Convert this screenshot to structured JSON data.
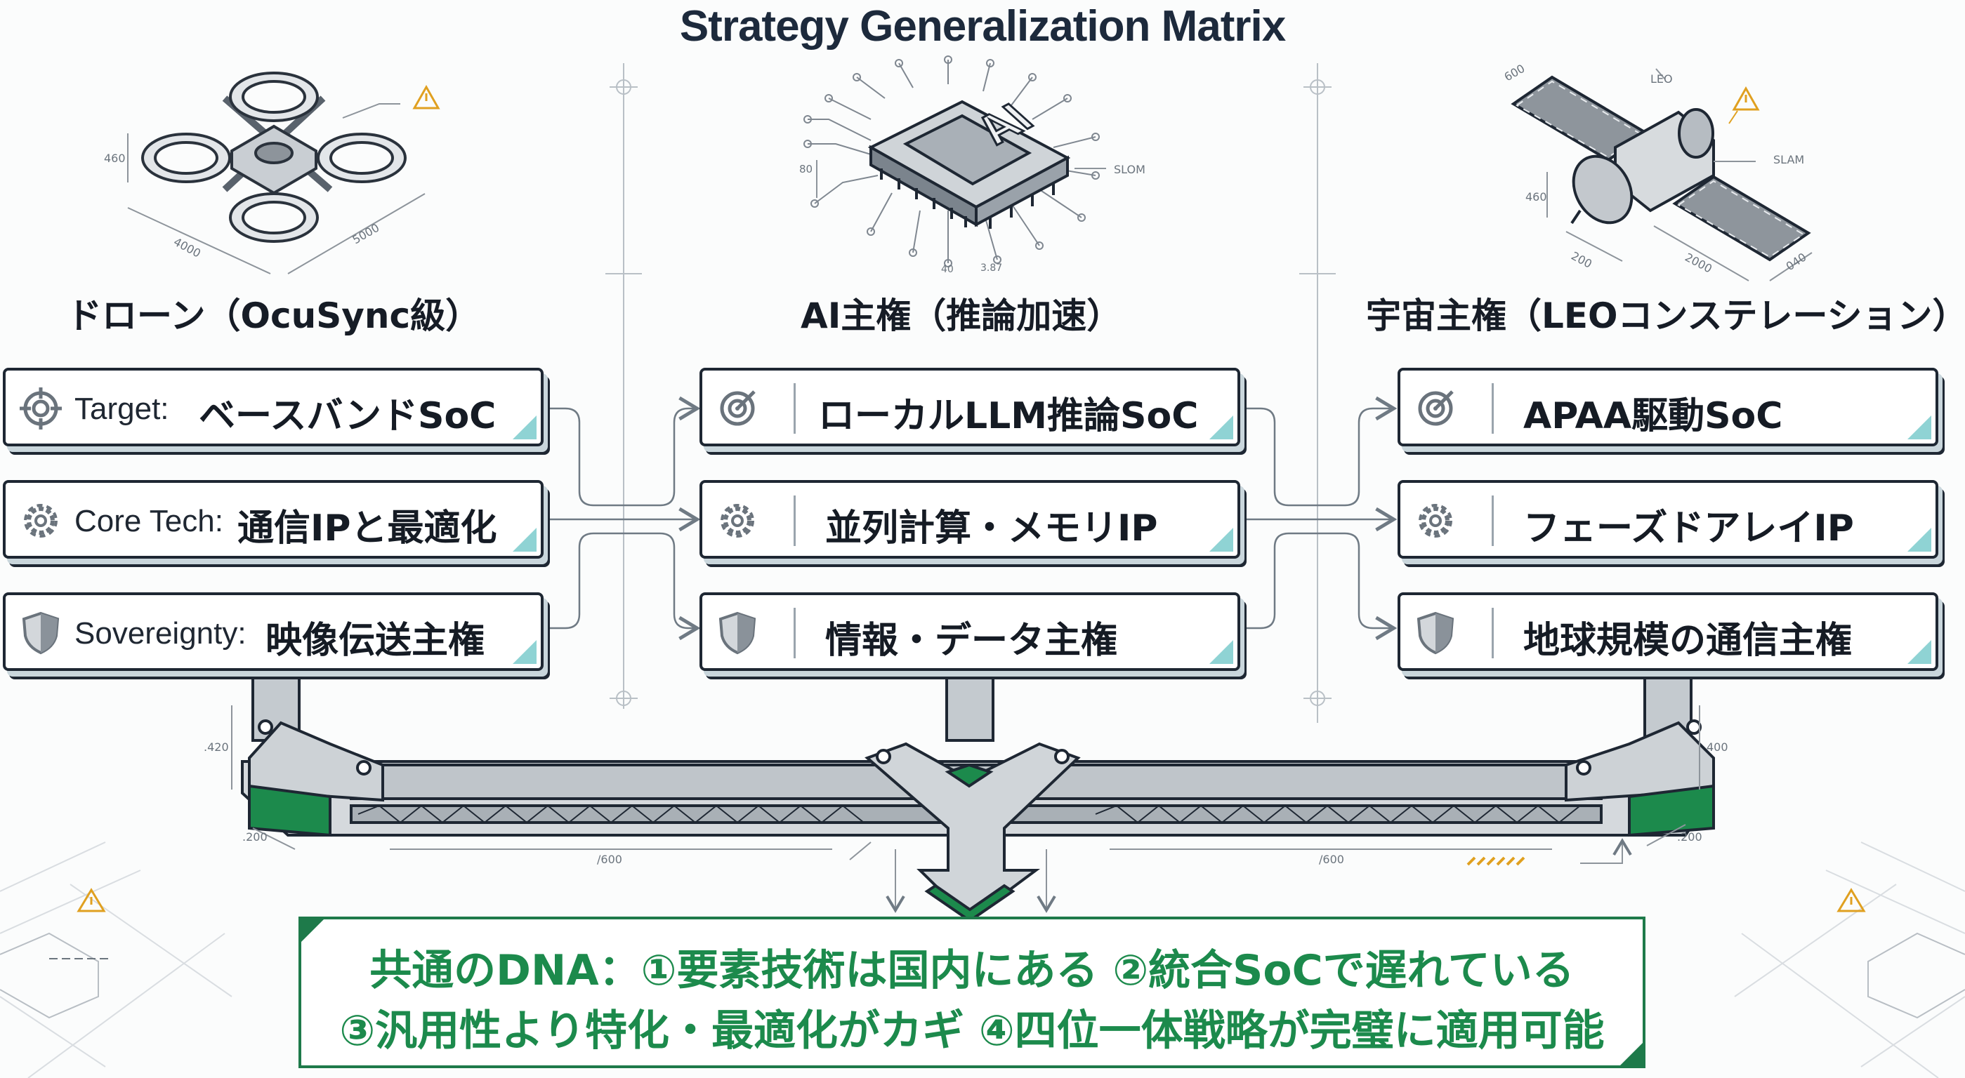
{
  "title": "Strategy Generalization Matrix",
  "colors": {
    "accent_green": "#1c8a4c",
    "accent_teal": "#8fd3d4",
    "ink": "#1e2733",
    "warning": "#e0a020"
  },
  "columns": [
    {
      "title": "ドローン（OcuSync級）",
      "illustration": "drone-icon",
      "cards": [
        {
          "icon": "target-icon",
          "label": "Target:",
          "value": "ベースバンドSoC"
        },
        {
          "icon": "gear-icon",
          "label": "Core Tech:",
          "value": "通信IPと最適化"
        },
        {
          "icon": "shield-icon",
          "label": "Sovereignty:",
          "value": "映像伝送主権"
        }
      ]
    },
    {
      "title": "AI主権（推論加速）",
      "illustration": "ai-chip-icon",
      "chip_text": "AI",
      "cards": [
        {
          "icon": "target-icon",
          "label": "",
          "value": "ローカルLLM推論SoC"
        },
        {
          "icon": "gear-icon",
          "label": "",
          "value": "並列計算・メモリIP"
        },
        {
          "icon": "shield-icon",
          "label": "",
          "value": "情報・データ主権"
        }
      ]
    },
    {
      "title": "宇宙主権（LEOコンステレーション）",
      "illustration": "satellite-icon",
      "cards": [
        {
          "icon": "target-icon",
          "label": "",
          "value": "APAA駆動SoC"
        },
        {
          "icon": "gear-icon",
          "label": "",
          "value": "フェーズドアレイIP"
        },
        {
          "icon": "shield-icon",
          "label": "",
          "value": "地球規模の通信主権"
        }
      ]
    }
  ],
  "dimensions": {
    "drone": [
      "460",
      "4000",
      "5000"
    ],
    "chip": [
      "80",
      "SLOM",
      "40",
      "3.87"
    ],
    "satellite": [
      "600",
      "LEO",
      "SLAM",
      "460",
      "200",
      "2000",
      "040"
    ],
    "beam": [
      ".420",
      ".200",
      "/600",
      "/600",
      "400",
      ".200"
    ]
  },
  "summary": {
    "line1": "共通のDNA：①要素技術は国内にある ②統合SoCで遅れている",
    "line2": "③汎用性より特化・最適化がカギ ④四位一体戦略が完璧に適用可能"
  }
}
